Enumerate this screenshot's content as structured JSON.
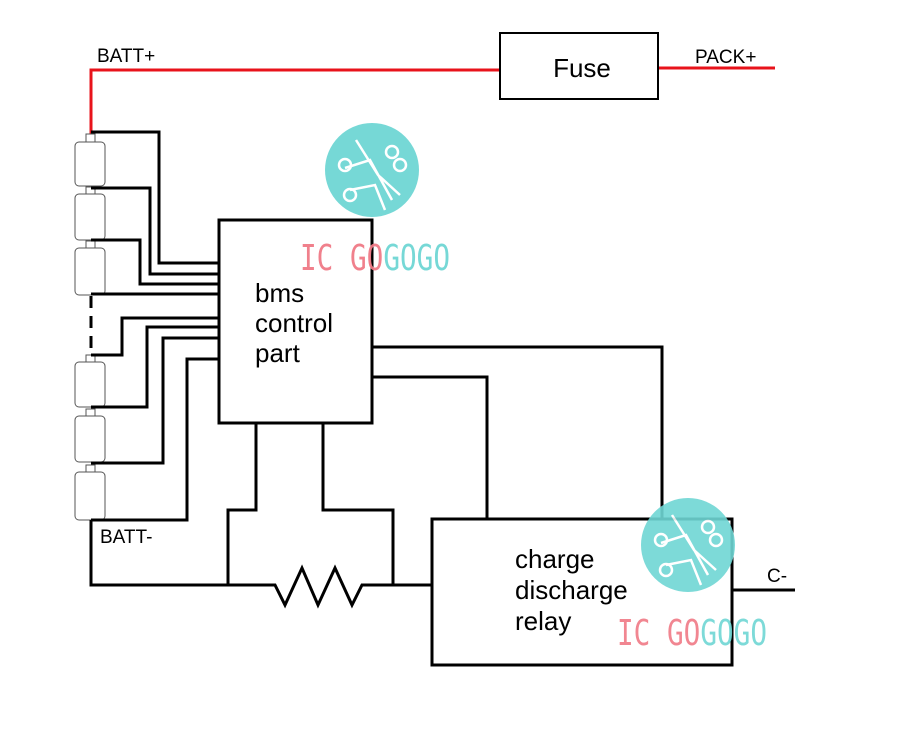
{
  "labels": {
    "batt_plus": "BATT+",
    "batt_minus": "BATT-",
    "pack_plus": "PACK+",
    "c_minus": "C-",
    "fuse": "Fuse",
    "bms": [
      "bms",
      "control",
      "part"
    ],
    "relay": [
      "charge",
      "discharge",
      "relay"
    ]
  },
  "watermark": {
    "text_red": "IC GO",
    "text_cyan": "GOGO"
  },
  "colors": {
    "power_line": "#e8131b",
    "wire": "#000000",
    "watermark_cyan": "#6fd6d4",
    "watermark_red": "#f07a86"
  }
}
